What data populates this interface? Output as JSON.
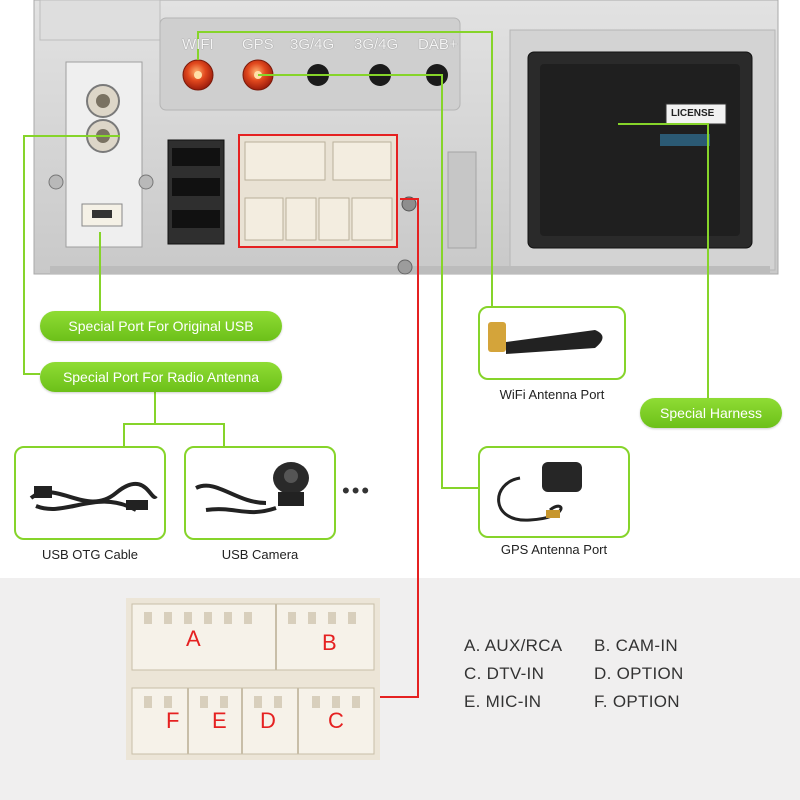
{
  "top_labels": {
    "wifi": "WIFI",
    "gps": "GPS",
    "g4_1": "3G/4G",
    "g4_2": "3G/4G",
    "dab": "DAB+",
    "license": "LICENSE"
  },
  "callouts": {
    "original_usb": "Special Port For Original USB",
    "radio_antenna": "Special Port For Radio Antenna",
    "harness": "Special Harness"
  },
  "accessories": {
    "otg_caption": "USB OTG Cable",
    "camera_caption": "USB Camera",
    "more": "•••",
    "wifi_caption": "WiFi Antenna Port",
    "gps_caption": "GPS Antenna Port"
  },
  "connector_letters": [
    "A",
    "B",
    "F",
    "E",
    "D",
    "C"
  ],
  "legend": {
    "a": "A. AUX/RCA",
    "b": "B. CAM-IN",
    "c": "C. DTV-IN",
    "d": "D. OPTION",
    "e": "E. MIC-IN",
    "f": "F. OPTION"
  },
  "colors": {
    "accent_green": "#7ed321",
    "red_line": "#e52121",
    "panel_gray": "#d6d6d6"
  }
}
